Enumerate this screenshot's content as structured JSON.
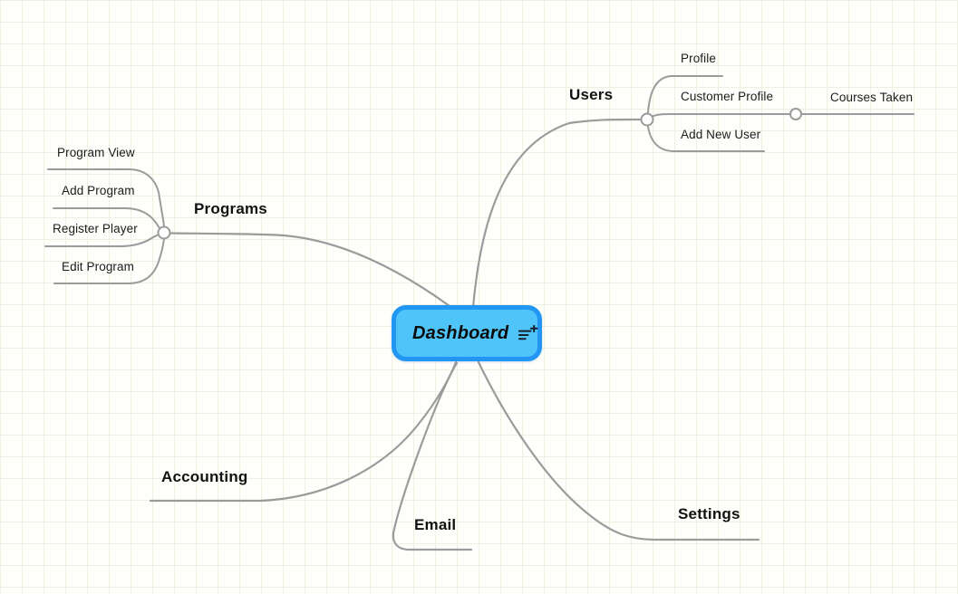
{
  "canvas": {
    "grid_size": 24,
    "grid_color": "#eef1e2",
    "background": "#fefefb",
    "line_color": "#9b9b9b"
  },
  "root": {
    "label": "Dashboard",
    "fill_color": "#4ec4f9",
    "border_color": "#2196f3",
    "icon": "note-playlist-add-icon"
  },
  "branches": [
    {
      "label": "Users",
      "children": [
        {
          "label": "Profile"
        },
        {
          "label": "Customer Profile",
          "children": [
            {
              "label": "Courses Taken"
            }
          ]
        },
        {
          "label": "Add New User"
        }
      ]
    },
    {
      "label": "Programs",
      "children": [
        {
          "label": "Program View"
        },
        {
          "label": "Add Program"
        },
        {
          "label": "Register Player"
        },
        {
          "label": "Edit Program"
        }
      ]
    },
    {
      "label": "Accounting"
    },
    {
      "label": "Email"
    },
    {
      "label": "Settings"
    }
  ]
}
